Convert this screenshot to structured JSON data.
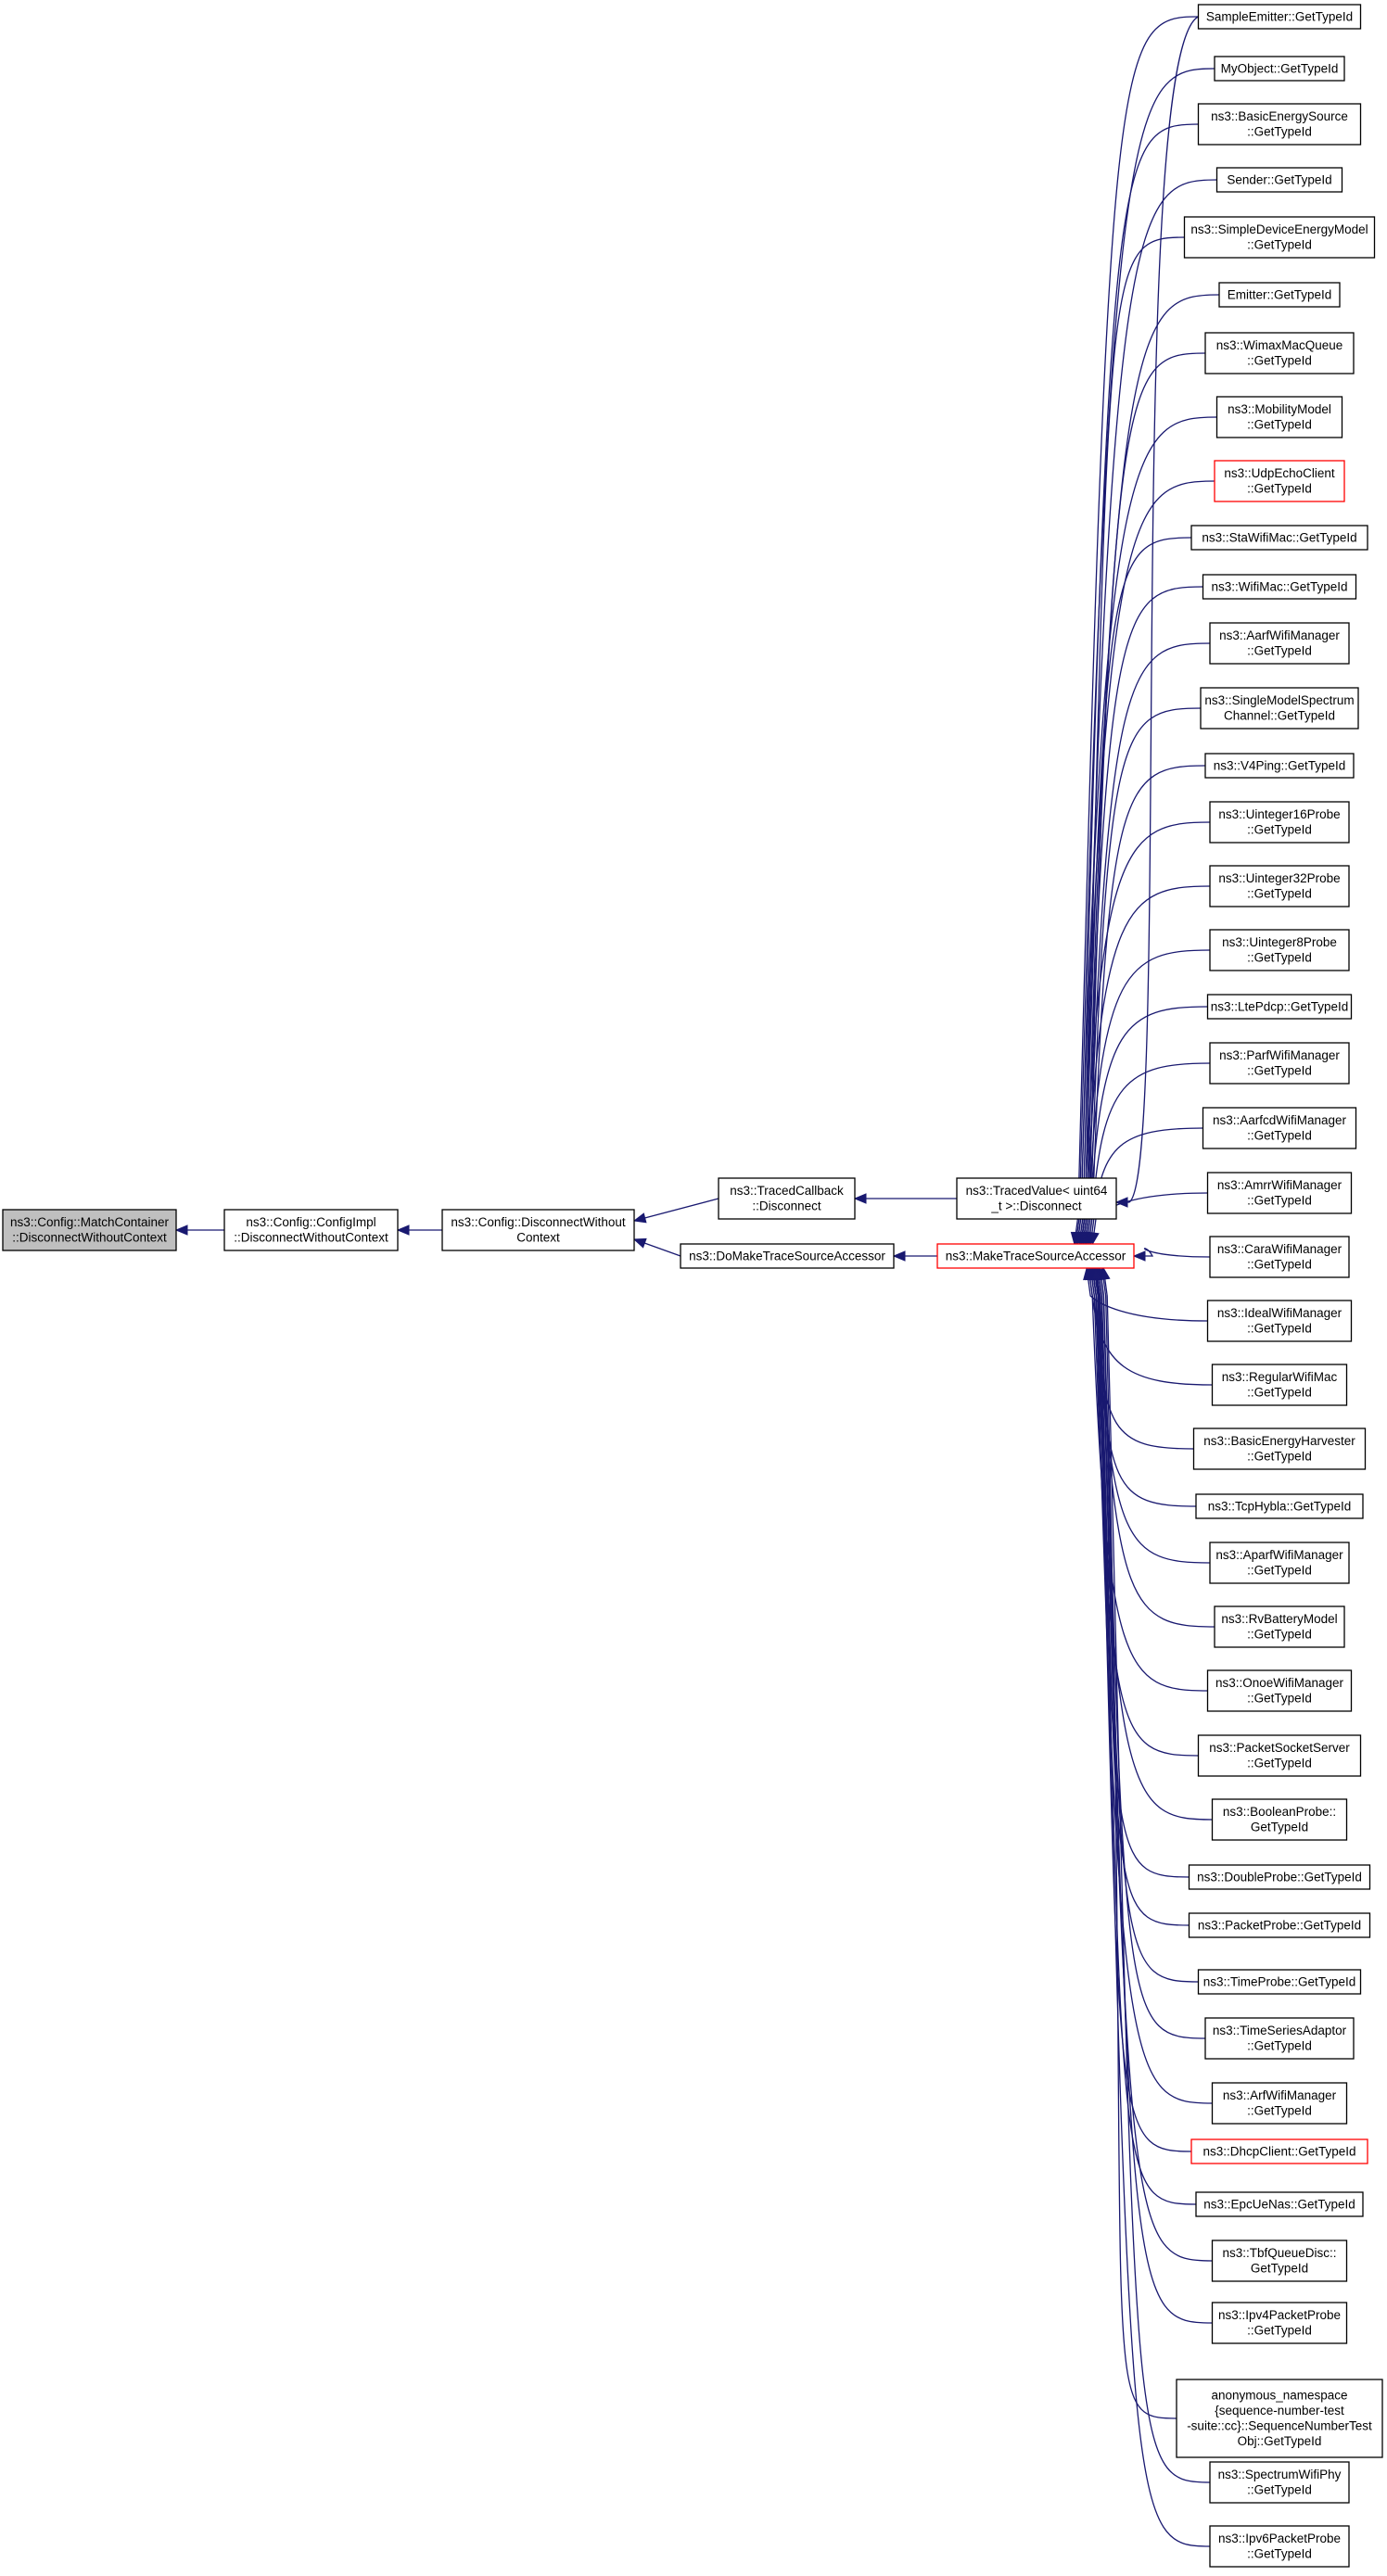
{
  "graph": {
    "nodes": [
      {
        "id": "n_root",
        "lines": [
          "ns3::Config::MatchContainer",
          "::DisconnectWithoutContext"
        ],
        "style": "root"
      },
      {
        "id": "n_impl",
        "lines": [
          "ns3::Config::ConfigImpl",
          "::DisconnectWithoutContext"
        ],
        "style": "normal"
      },
      {
        "id": "n_disc",
        "lines": [
          "ns3::Config::DisconnectWithout",
          "Context"
        ],
        "style": "normal"
      },
      {
        "id": "n_tcb",
        "lines": [
          "ns3::TracedCallback",
          "::Disconnect"
        ],
        "style": "normal"
      },
      {
        "id": "n_domake",
        "lines": [
          "ns3::DoMakeTraceSourceAccessor"
        ],
        "style": "normal"
      },
      {
        "id": "n_tv",
        "lines": [
          "ns3::TracedValue< uint64",
          "_t >::Disconnect"
        ],
        "style": "normal"
      },
      {
        "id": "n_mts",
        "lines": [
          "ns3::MakeTraceSourceAccessor"
        ],
        "style": "red"
      },
      {
        "id": "r00",
        "lines": [
          "SampleEmitter::GetTypeId"
        ],
        "style": "normal"
      },
      {
        "id": "r01",
        "lines": [
          "MyObject::GetTypeId"
        ],
        "style": "normal"
      },
      {
        "id": "r02",
        "lines": [
          "ns3::BasicEnergySource",
          "::GetTypeId"
        ],
        "style": "normal"
      },
      {
        "id": "r03",
        "lines": [
          "Sender::GetTypeId"
        ],
        "style": "normal"
      },
      {
        "id": "r04",
        "lines": [
          "ns3::SimpleDeviceEnergyModel",
          "::GetTypeId"
        ],
        "style": "normal"
      },
      {
        "id": "r05",
        "lines": [
          "Emitter::GetTypeId"
        ],
        "style": "normal"
      },
      {
        "id": "r06",
        "lines": [
          "ns3::WimaxMacQueue",
          "::GetTypeId"
        ],
        "style": "normal"
      },
      {
        "id": "r07",
        "lines": [
          "ns3::MobilityModel",
          "::GetTypeId"
        ],
        "style": "normal"
      },
      {
        "id": "r08",
        "lines": [
          "ns3::UdpEchoClient",
          "::GetTypeId"
        ],
        "style": "red"
      },
      {
        "id": "r09",
        "lines": [
          "ns3::StaWifiMac::GetTypeId"
        ],
        "style": "normal"
      },
      {
        "id": "r10",
        "lines": [
          "ns3::WifiMac::GetTypeId"
        ],
        "style": "normal"
      },
      {
        "id": "r11",
        "lines": [
          "ns3::AarfWifiManager",
          "::GetTypeId"
        ],
        "style": "normal"
      },
      {
        "id": "r12",
        "lines": [
          "ns3::SingleModelSpectrum",
          "Channel::GetTypeId"
        ],
        "style": "normal"
      },
      {
        "id": "r13",
        "lines": [
          "ns3::V4Ping::GetTypeId"
        ],
        "style": "normal"
      },
      {
        "id": "r14",
        "lines": [
          "ns3::Uinteger16Probe",
          "::GetTypeId"
        ],
        "style": "normal"
      },
      {
        "id": "r15",
        "lines": [
          "ns3::Uinteger32Probe",
          "::GetTypeId"
        ],
        "style": "normal"
      },
      {
        "id": "r16",
        "lines": [
          "ns3::Uinteger8Probe",
          "::GetTypeId"
        ],
        "style": "normal"
      },
      {
        "id": "r17",
        "lines": [
          "ns3::LtePdcp::GetTypeId"
        ],
        "style": "normal"
      },
      {
        "id": "r18",
        "lines": [
          "ns3::ParfWifiManager",
          "::GetTypeId"
        ],
        "style": "normal"
      },
      {
        "id": "r19",
        "lines": [
          "ns3::AarfcdWifiManager",
          "::GetTypeId"
        ],
        "style": "normal"
      },
      {
        "id": "r20",
        "lines": [
          "ns3::AmrrWifiManager",
          "::GetTypeId"
        ],
        "style": "normal"
      },
      {
        "id": "r21",
        "lines": [
          "ns3::CaraWifiManager",
          "::GetTypeId"
        ],
        "style": "normal"
      },
      {
        "id": "r22",
        "lines": [
          "ns3::IdealWifiManager",
          "::GetTypeId"
        ],
        "style": "normal"
      },
      {
        "id": "r23",
        "lines": [
          "ns3::RegularWifiMac",
          "::GetTypeId"
        ],
        "style": "normal"
      },
      {
        "id": "r24",
        "lines": [
          "ns3::BasicEnergyHarvester",
          "::GetTypeId"
        ],
        "style": "normal"
      },
      {
        "id": "r25",
        "lines": [
          "ns3::TcpHybla::GetTypeId"
        ],
        "style": "normal"
      },
      {
        "id": "r26",
        "lines": [
          "ns3::AparfWifiManager",
          "::GetTypeId"
        ],
        "style": "normal"
      },
      {
        "id": "r27",
        "lines": [
          "ns3::RvBatteryModel",
          "::GetTypeId"
        ],
        "style": "normal"
      },
      {
        "id": "r28",
        "lines": [
          "ns3::OnoeWifiManager",
          "::GetTypeId"
        ],
        "style": "normal"
      },
      {
        "id": "r29",
        "lines": [
          "ns3::PacketSocketServer",
          "::GetTypeId"
        ],
        "style": "normal"
      },
      {
        "id": "r30",
        "lines": [
          "ns3::BooleanProbe::",
          "GetTypeId"
        ],
        "style": "normal"
      },
      {
        "id": "r31",
        "lines": [
          "ns3::DoubleProbe::GetTypeId"
        ],
        "style": "normal"
      },
      {
        "id": "r32",
        "lines": [
          "ns3::PacketProbe::GetTypeId"
        ],
        "style": "normal"
      },
      {
        "id": "r33",
        "lines": [
          "ns3::TimeProbe::GetTypeId"
        ],
        "style": "normal"
      },
      {
        "id": "r34",
        "lines": [
          "ns3::TimeSeriesAdaptor",
          "::GetTypeId"
        ],
        "style": "normal"
      },
      {
        "id": "r35",
        "lines": [
          "ns3::ArfWifiManager",
          "::GetTypeId"
        ],
        "style": "normal"
      },
      {
        "id": "r36",
        "lines": [
          "ns3::DhcpClient::GetTypeId"
        ],
        "style": "red"
      },
      {
        "id": "r37",
        "lines": [
          "ns3::EpcUeNas::GetTypeId"
        ],
        "style": "normal"
      },
      {
        "id": "r38",
        "lines": [
          "ns3::TbfQueueDisc::",
          "GetTypeId"
        ],
        "style": "normal"
      },
      {
        "id": "r39",
        "lines": [
          "ns3::Ipv4PacketProbe",
          "::GetTypeId"
        ],
        "style": "normal"
      },
      {
        "id": "r40",
        "lines": [
          "anonymous_namespace",
          "{sequence-number-test",
          "-suite::cc}::SequenceNumberTest",
          "Obj::GetTypeId"
        ],
        "style": "normal"
      },
      {
        "id": "r41",
        "lines": [
          "ns3::SpectrumWifiPhy",
          "::GetTypeId"
        ],
        "style": "normal"
      },
      {
        "id": "r42",
        "lines": [
          "ns3::Ipv6PacketProbe",
          "::GetTypeId"
        ],
        "style": "normal"
      }
    ],
    "edges": [
      {
        "from": "n_impl",
        "to": "n_root"
      },
      {
        "from": "n_disc",
        "to": "n_impl"
      },
      {
        "from": "n_tcb",
        "to": "n_disc"
      },
      {
        "from": "n_domake",
        "to": "n_disc"
      },
      {
        "from": "n_tv",
        "to": "n_tcb"
      },
      {
        "from": "n_mts",
        "to": "n_domake"
      },
      {
        "from": "r00",
        "to": "n_mts"
      },
      {
        "from": "r01",
        "to": "n_mts"
      },
      {
        "from": "r02",
        "to": "n_mts"
      },
      {
        "from": "r03",
        "to": "n_mts"
      },
      {
        "from": "r04",
        "to": "n_mts"
      },
      {
        "from": "r05",
        "to": "n_mts"
      },
      {
        "from": "r06",
        "to": "n_mts"
      },
      {
        "from": "r07",
        "to": "n_mts"
      },
      {
        "from": "r08",
        "to": "n_mts"
      },
      {
        "from": "r09",
        "to": "n_mts"
      },
      {
        "from": "r10",
        "to": "n_mts"
      },
      {
        "from": "r11",
        "to": "n_mts"
      },
      {
        "from": "r12",
        "to": "n_mts"
      },
      {
        "from": "r13",
        "to": "n_mts"
      },
      {
        "from": "r14",
        "to": "n_mts"
      },
      {
        "from": "r15",
        "to": "n_mts"
      },
      {
        "from": "r16",
        "to": "n_mts"
      },
      {
        "from": "r17",
        "to": "n_mts"
      },
      {
        "from": "r18",
        "to": "n_mts"
      },
      {
        "from": "r19",
        "to": "n_mts"
      },
      {
        "from": "r20",
        "to": "n_mts"
      },
      {
        "from": "r21",
        "to": "n_mts"
      },
      {
        "from": "r22",
        "to": "n_mts"
      },
      {
        "from": "r23",
        "to": "n_mts"
      },
      {
        "from": "r24",
        "to": "n_mts"
      },
      {
        "from": "r25",
        "to": "n_mts"
      },
      {
        "from": "r26",
        "to": "n_mts"
      },
      {
        "from": "r27",
        "to": "n_mts"
      },
      {
        "from": "r28",
        "to": "n_mts"
      },
      {
        "from": "r29",
        "to": "n_mts"
      },
      {
        "from": "r30",
        "to": "n_mts"
      },
      {
        "from": "r31",
        "to": "n_mts"
      },
      {
        "from": "r32",
        "to": "n_mts"
      },
      {
        "from": "r33",
        "to": "n_mts"
      },
      {
        "from": "r34",
        "to": "n_mts"
      },
      {
        "from": "r35",
        "to": "n_mts"
      },
      {
        "from": "r36",
        "to": "n_mts"
      },
      {
        "from": "r37",
        "to": "n_mts"
      },
      {
        "from": "r38",
        "to": "n_mts"
      },
      {
        "from": "r39",
        "to": "n_mts"
      },
      {
        "from": "r40",
        "to": "n_mts"
      },
      {
        "from": "r41",
        "to": "n_mts"
      },
      {
        "from": "r42",
        "to": "n_mts"
      },
      {
        "from": "r00",
        "to": "n_tv"
      }
    ]
  }
}
